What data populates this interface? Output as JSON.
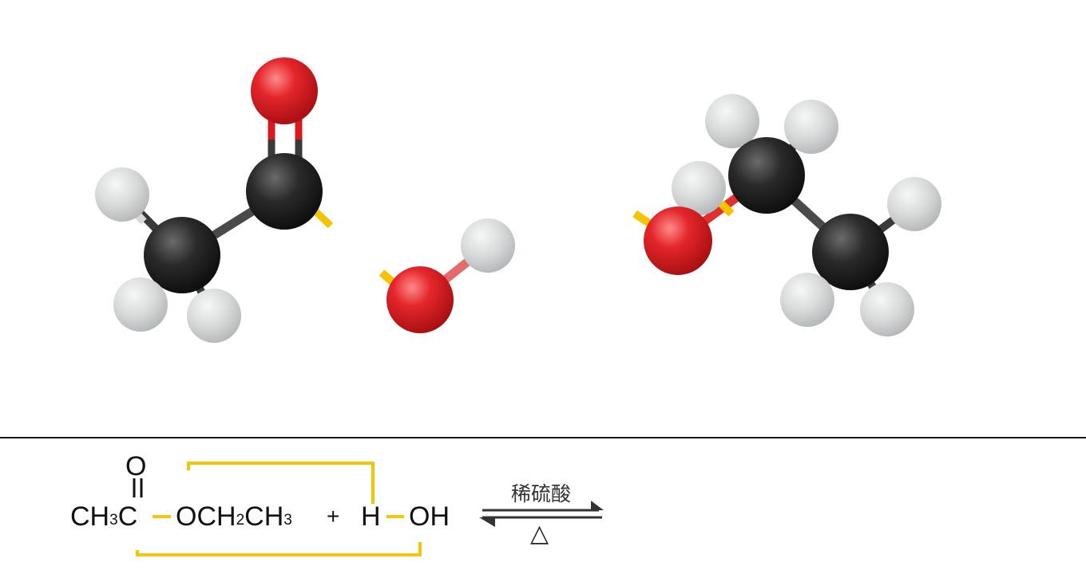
{
  "molecules": [
    {
      "name": "ethanoyl-fragment"
    },
    {
      "name": "water-molecule"
    },
    {
      "name": "ethanol-fragment"
    }
  ],
  "atom_colors": {
    "carbon": "#1f1f1f",
    "oxygen": "#d8191e",
    "hydrogen": "#d5d7d8",
    "break_mark": "#f5c400",
    "bracket": "#f2c40a"
  },
  "equation": {
    "carbonyl_o": "O",
    "ch3": "CH",
    "ch3_sub": "3",
    "c": "C",
    "o": "O",
    "ch2": "CH",
    "ch2_sub": "2",
    "ch3b": "CH",
    "ch3b_sub": "3",
    "plus": "+",
    "h": "H",
    "oh": "OH",
    "condition_top": "稀硫酸",
    "condition_bottom": "△"
  }
}
